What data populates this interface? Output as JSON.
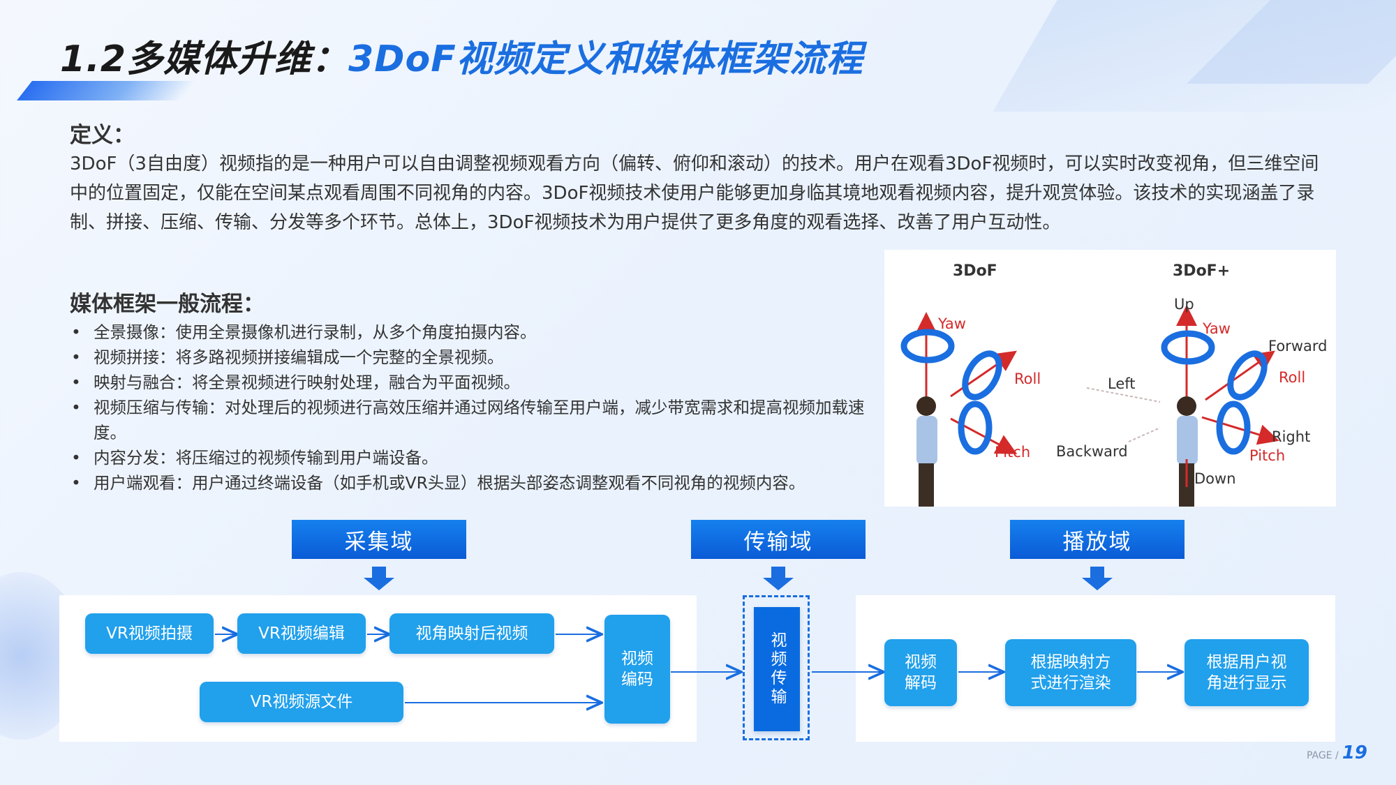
{
  "title": {
    "prefix": "1.2多媒体升维：",
    "accent": "3DoF视频定义和媒体框架流程"
  },
  "definition": {
    "heading": "定义：",
    "body": "3DoF（3自由度）视频指的是一种用户可以自由调整视频观看方向（偏转、俯仰和滚动）的技术。用户在观看3DoF视频时，可以实时改变视角，但三维空间中的位置固定，仅能在空间某点观看周围不同视角的内容。3DoF视频技术使用户能够更加身临其境地观看视频内容，提升观赏体验。该技术的实现涵盖了录制、拼接、压缩、传输、分发等多个环节。总体上，3DoF视频技术为用户提供了更多角度的观看选择、改善了用户互动性。"
  },
  "flow": {
    "heading": "媒体框架一般流程：",
    "items": [
      "全景摄像：使用全景摄像机进行录制，从多个角度拍摄内容。",
      "视频拼接：将多路视频拼接编辑成一个完整的全景视频。",
      "映射与融合：将全景视频进行映射处理，融合为平面视频。",
      "视频压缩与传输：对处理后的视频进行高效压缩并通过网络传输至用户端，减少带宽需求和提高视频加载速度。",
      "内容分发：将压缩过的视频传输到用户端设备。",
      "用户端观看：用户通过终端设备（如手机或VR头显）根据头部姿态调整观看不同视角的视频内容。"
    ]
  },
  "figure": {
    "left": {
      "title": "3DoF",
      "yaw": "Yaw",
      "roll": "Roll",
      "pitch": "Pitch"
    },
    "right": {
      "title": "3DoF+",
      "up": "Up",
      "yaw": "Yaw",
      "forward": "Forward",
      "roll": "Roll",
      "left": "Left",
      "backward": "Backward",
      "right": "Right",
      "pitch": "Pitch",
      "down": "Down"
    }
  },
  "pipeline": {
    "domains": [
      "采集域",
      "传输域",
      "播放域"
    ],
    "capture": {
      "shoot": "VR视频拍摄",
      "edit": "VR视频编辑",
      "mapped": "视角映射后视频",
      "source": "VR视频源文件",
      "encode": "视频编码"
    },
    "transmit": "视频传输",
    "playback": {
      "decode": "视频解码",
      "render": "根据映射方式进行渲染",
      "display": "根据用户视角进行显示"
    }
  },
  "footer": {
    "page_label": "PAGE /",
    "page_number": "19"
  },
  "colors": {
    "accent": "#1a6ee0",
    "node": "#21a0ec",
    "header": "#0a5bd6",
    "axis_red": "#d42a2a"
  }
}
